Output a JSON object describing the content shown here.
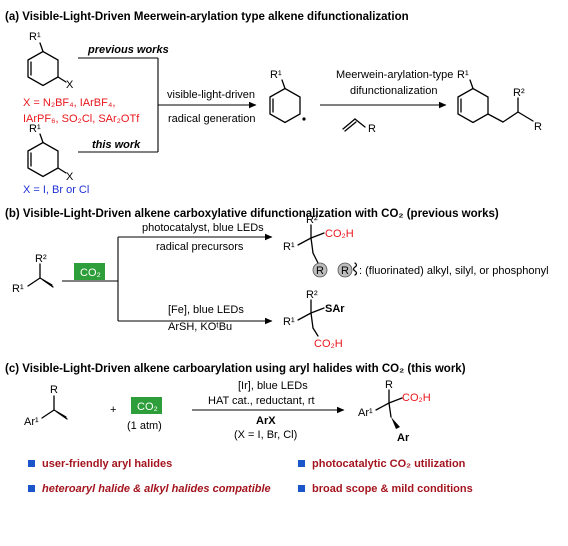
{
  "panel_a": {
    "header": "(a) Visible-Light-Driven Meerwein-arylation type alkene difunctionalization",
    "previous_works": "previous works",
    "this_work": "this work",
    "x_prev_lines": [
      "X = N₂BF₄, IArBF₄,",
      "IArPF₆, SO₂Cl, SAr₂OTf"
    ],
    "x_this": "X = I, Br or Cl",
    "step1_line1": "visible-light-driven",
    "step1_line2": "radical generation",
    "step2_line1": "Meerwein-arylation-type",
    "step2_line2": "difunctionalization",
    "r1": "R¹",
    "r2": "R²",
    "r": "R",
    "x": "X"
  },
  "panel_b": {
    "header": "(b) Visible-Light-Driven alkene carboxylative difunctionalization with CO₂ (previous works)",
    "co2": "CO₂",
    "upper_cond1": "photocatalyst, blue LEDs",
    "upper_cond2": "radical precursors",
    "co2h": "CO₂H",
    "r_circle": "R",
    "r_def": ": (fluorinated) alkyl, silyl, or phosphonyl",
    "lower_cond1": "[Fe], blue LEDs",
    "lower_cond2": "ArSH, KOᵗBu",
    "sar": "SAr",
    "r1": "R¹",
    "r2": "R²"
  },
  "panel_c": {
    "header": "(c) Visible-Light-Driven alkene carboarylation using aryl halides with CO₂ (this work)",
    "ar1": "Ar¹",
    "r": "R",
    "plus": "+",
    "co2": "CO₂",
    "atm": "(1 atm)",
    "cond1": "[Ir], blue LEDs",
    "cond2": "HAT cat., reductant, rt",
    "arx": "ArX",
    "arx_sub": "(X = I, Br, Cl)",
    "co2h": "CO₂H",
    "ar": "Ar",
    "features": [
      "user-friendly aryl halides",
      "photocatalytic CO₂ utilization",
      "heteroaryl halide & alkyl halides compatible",
      "broad scope & mild conditions"
    ]
  },
  "colors": {
    "red": "#e8161b",
    "blue": "#1f2fd6",
    "dark_red": "#a3141e",
    "co2_box": "#2e9e3a",
    "bullet": "#1a56c9"
  }
}
